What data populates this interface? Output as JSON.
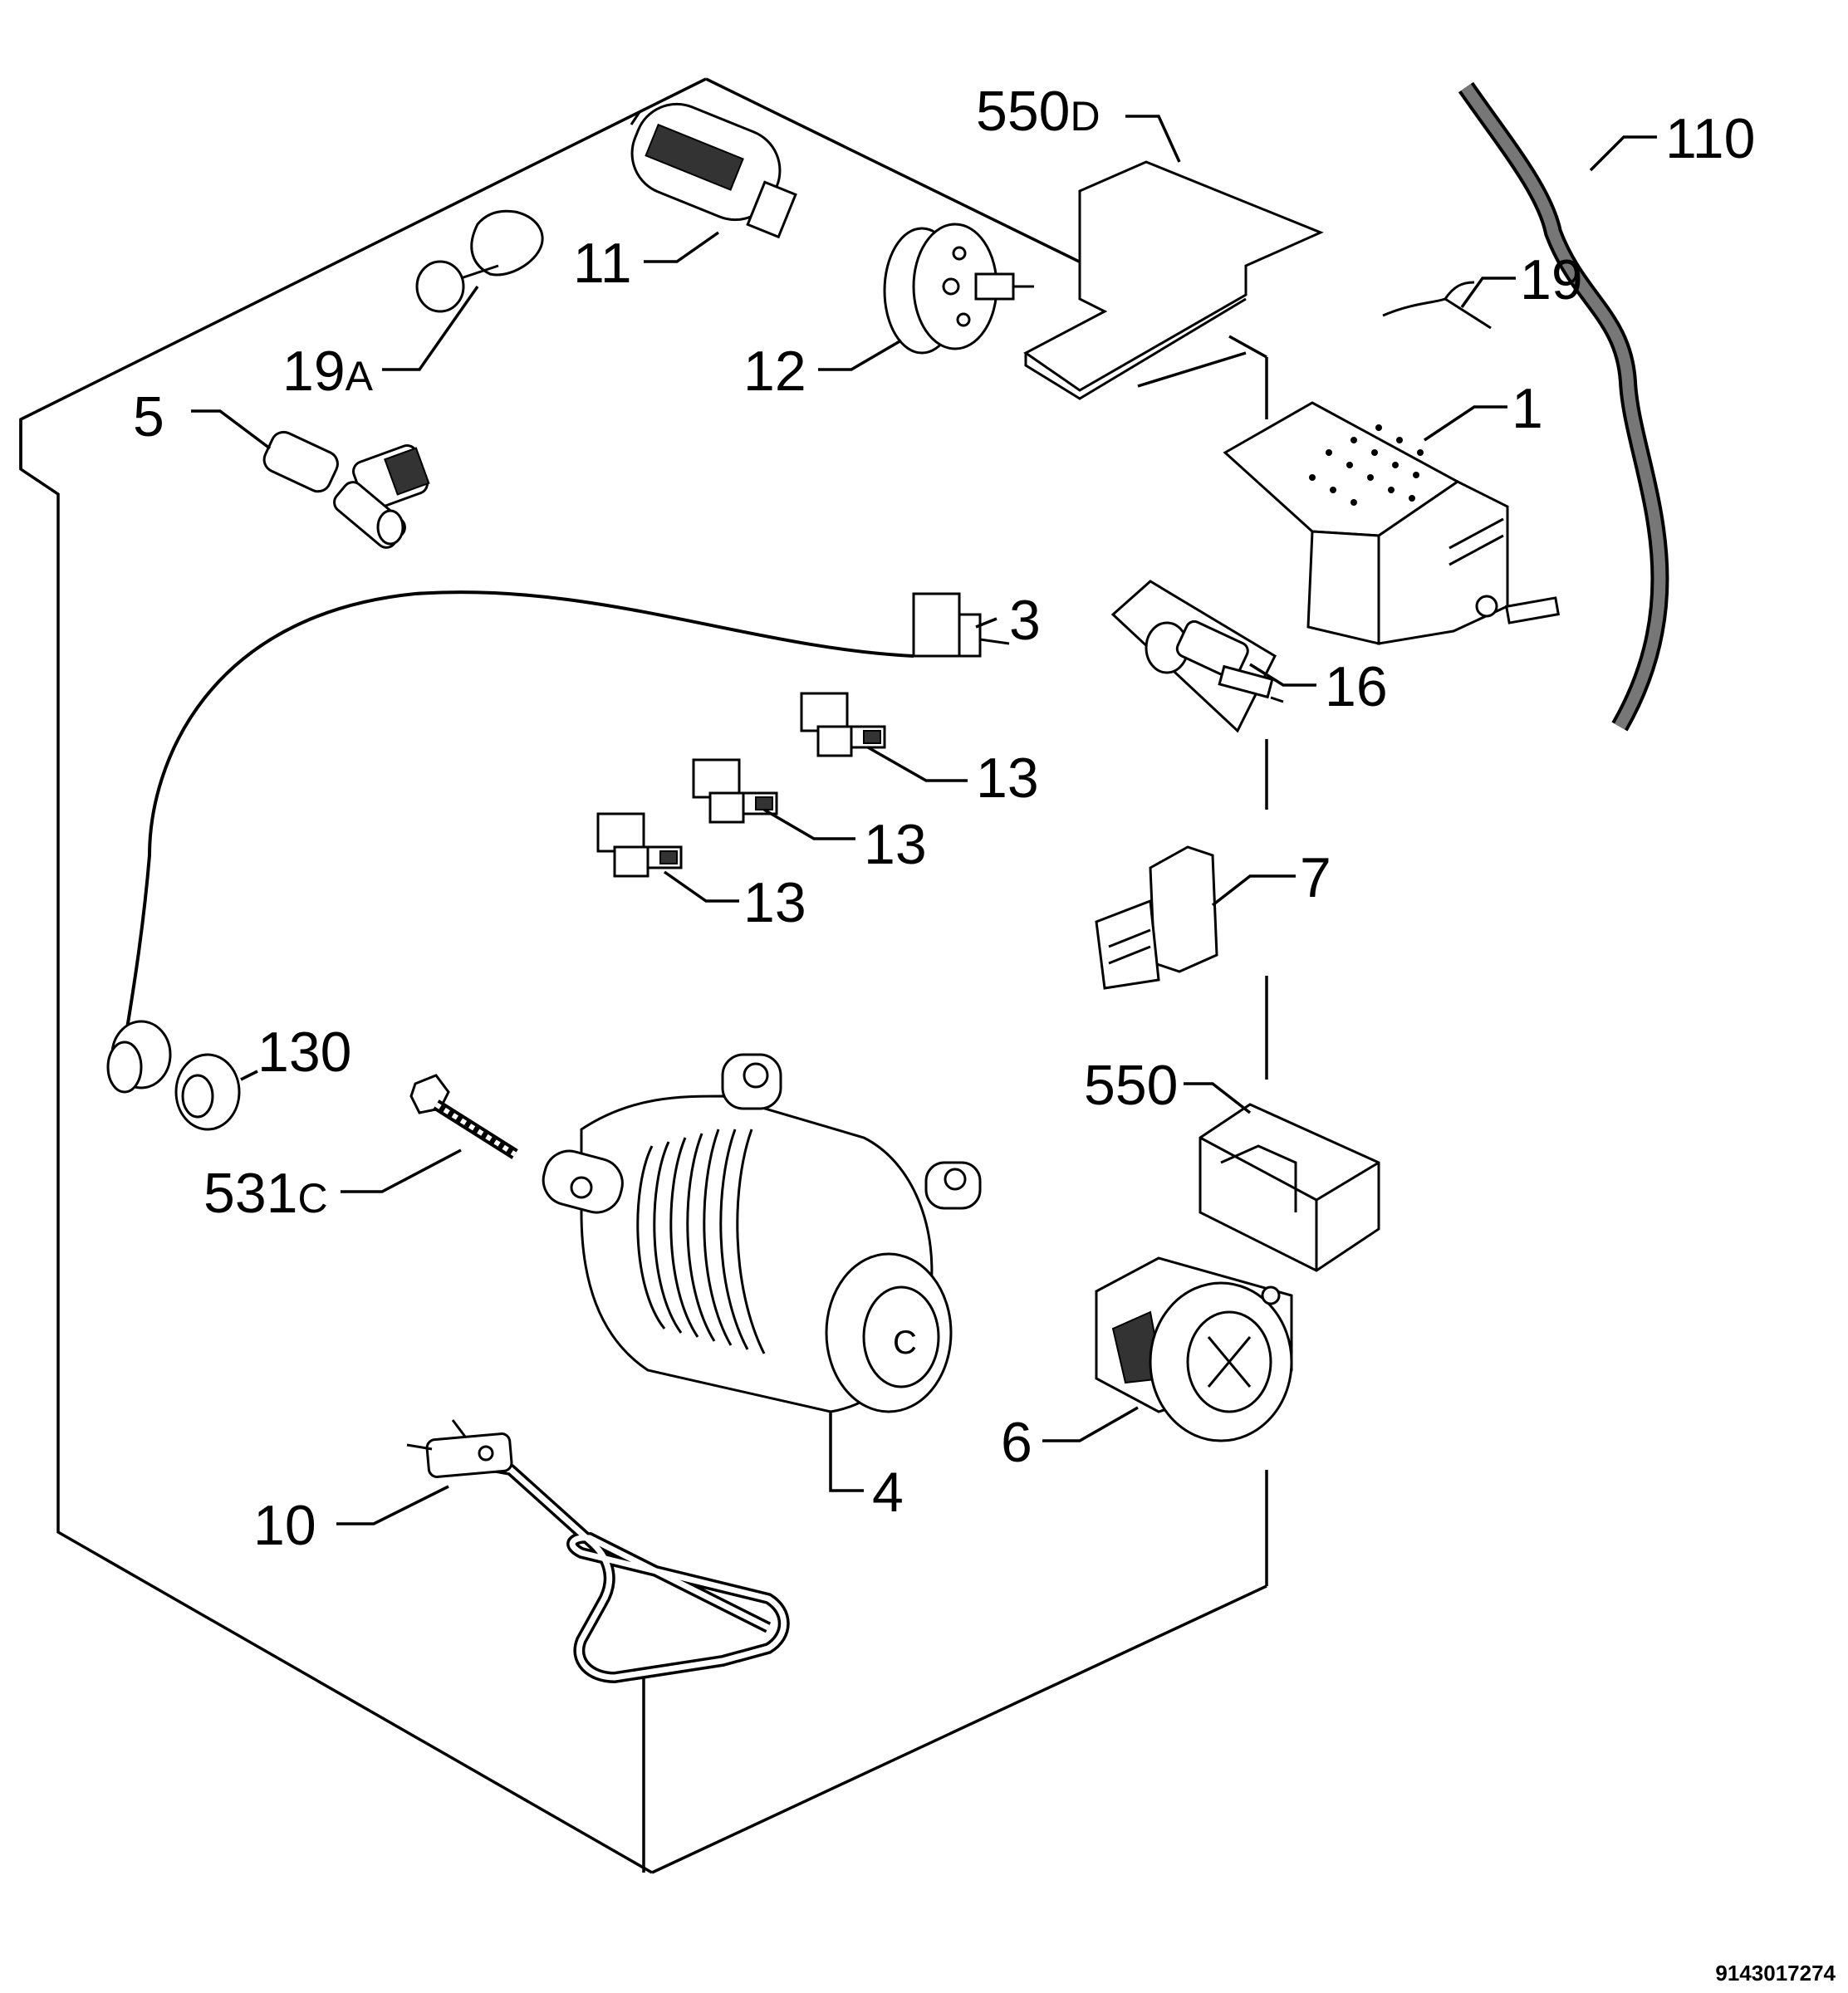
{
  "callouts": {
    "c550d": {
      "num": "550",
      "sub": "D"
    },
    "c110": {
      "num": "110"
    },
    "c11": {
      "num": "11"
    },
    "c19": {
      "num": "19"
    },
    "c19a": {
      "num": "19",
      "sub": "A"
    },
    "c12": {
      "num": "12"
    },
    "c5": {
      "num": "5"
    },
    "c1": {
      "num": "1"
    },
    "c3": {
      "num": "3"
    },
    "c16": {
      "num": "16"
    },
    "c13a": {
      "num": "13"
    },
    "c13b": {
      "num": "13"
    },
    "c13c": {
      "num": "13"
    },
    "c7": {
      "num": "7"
    },
    "c130": {
      "num": "130"
    },
    "c550": {
      "num": "550"
    },
    "c531c": {
      "num": "531",
      "sub": "C"
    },
    "c6": {
      "num": "6"
    },
    "c4": {
      "num": "4"
    },
    "c10": {
      "num": "10"
    }
  },
  "document_number": "9143017274"
}
